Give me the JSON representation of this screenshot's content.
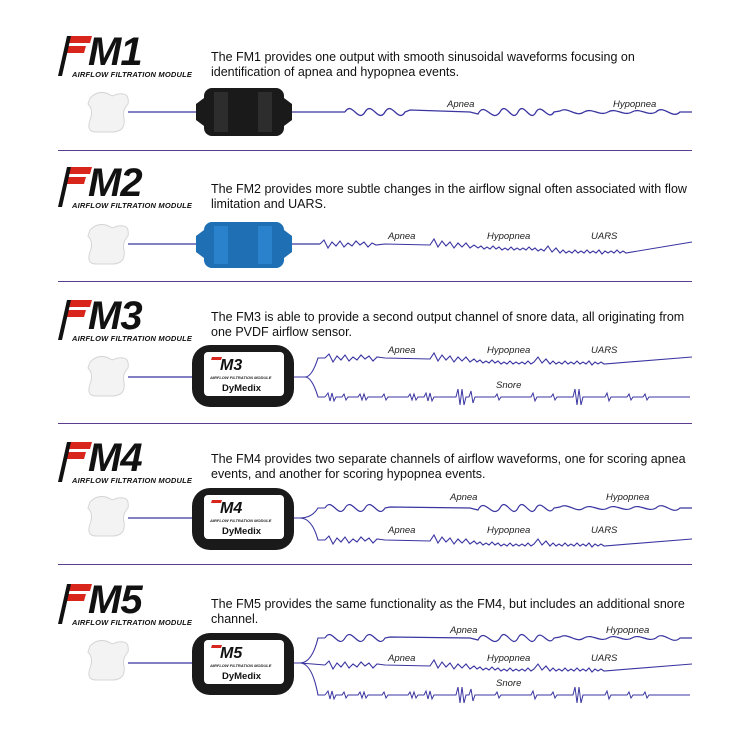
{
  "sections": [
    {
      "model": "M1",
      "subtitle": "AIRFLOW FILTRATION MODULE",
      "description": "The FM1 provides one output with smooth sinusoidal waveforms focusing on identification of apnea and hypopnea events.",
      "labels": [
        "Apnea",
        "Hypopnea"
      ]
    },
    {
      "model": "M2",
      "subtitle": "AIRFLOW FILTRATION MODULE",
      "description": "The FM2 provides more subtle changes in the airflow signal often associated with flow limitation and UARS.",
      "labels": [
        "Apnea",
        "Hypopnea",
        "UARS"
      ]
    },
    {
      "model": "M3",
      "subtitle": "AIRFLOW FILTRATION MODULE",
      "description": "The FM3 is able to provide a second output channel of snore data, all originating from one PVDF airflow sensor.",
      "labels": [
        "Apnea",
        "Hypopnea",
        "UARS",
        "Snore"
      ],
      "device_model": "M3",
      "device_sub": "AIRFLOW FILTRATION MODULE",
      "brand": "DyMedix"
    },
    {
      "model": "M4",
      "subtitle": "AIRFLOW FILTRATION MODULE",
      "description": "The FM4 provides two separate channels of airflow waveforms, one for scoring apnea events, and another for scoring hypopnea events.",
      "labels": [
        "Apnea",
        "Hypopnea",
        "Apnea",
        "Hypopnea",
        "UARS"
      ],
      "device_model": "M4",
      "device_sub": "AIRFLOW FILTRATION MODULE",
      "brand": "DyMedix"
    },
    {
      "model": "M5",
      "subtitle": "AIRFLOW FILTRATION MODULE",
      "description": "The FM5 provides the same functionality as the FM4, but includes an additional snore channel.",
      "labels": [
        "Apnea",
        "Hypopnea",
        "Apnea",
        "Hypopnea",
        "UARS",
        "Snore"
      ],
      "device_model": "M5",
      "device_sub": "AIRFLOW FILTRATION MODULE",
      "brand": "DyMedix"
    }
  ],
  "colors": {
    "wave": "#3a35a0",
    "divider": "#5b3d8f",
    "logo_red": "#d9261c",
    "fm1_device": "#1a1a1a",
    "fm2_device": "#1f6fb4"
  }
}
